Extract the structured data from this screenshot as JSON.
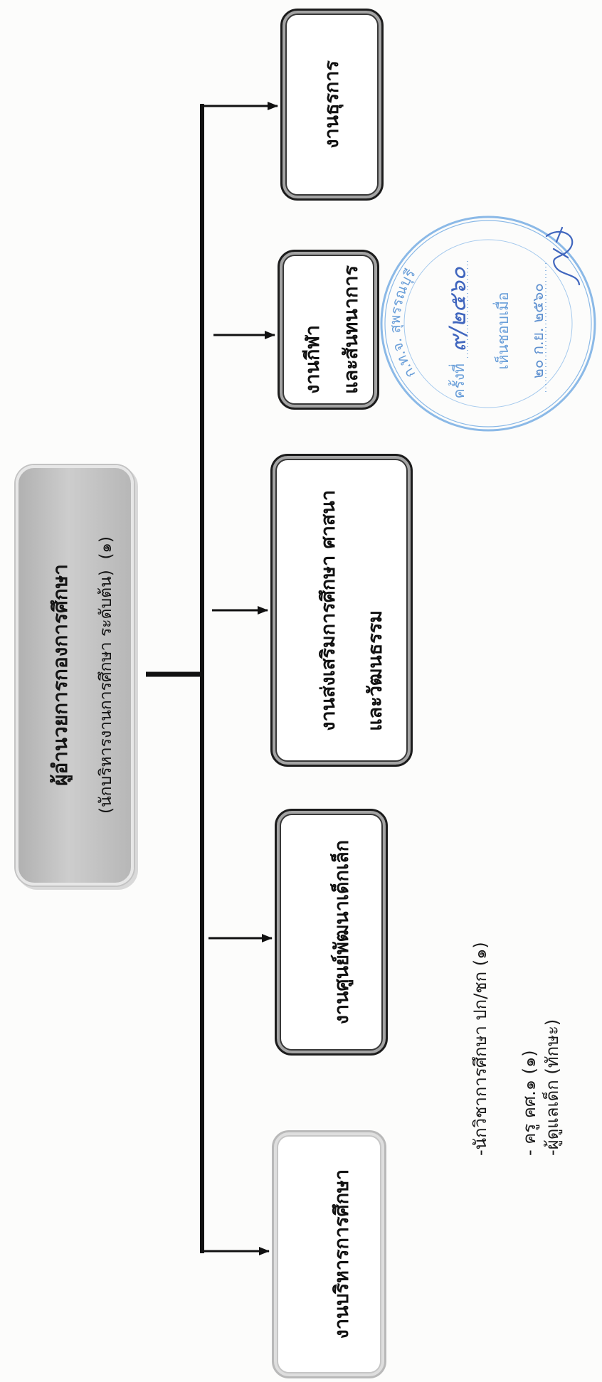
{
  "document": {
    "head": {
      "title": "ผู้อำนวยการกองการศึกษา",
      "subtitle": "(นักบริหารงานการศึกษา ระดับต้น)  (๑)"
    },
    "units": [
      {
        "lines": [
          "งานธุรการ"
        ]
      },
      {
        "lines": [
          "งานกีฬา",
          "และสันทนาการ"
        ]
      },
      {
        "lines": [
          "งานส่งเสริมการศึกษา ศาสนา",
          "และวัฒนธรรม"
        ]
      },
      {
        "lines": [
          "งานศูนย์พัฒนาเด็กเล็ก"
        ]
      },
      {
        "lines": [
          "งานบริหารการศึกษา"
        ]
      }
    ],
    "staff_notes": [
      "-นักวิชาการศึกษา  ปก/ชก (๑)",
      "- ครู คศ.๑ (๑)",
      "-ผู้ดูแลเด็ก (ทักษะ)"
    ]
  },
  "stamp": {
    "org": "ก.ท.จ. สุพรรณบุรี",
    "meeting_label": "ครั้งที่",
    "meeting_no": "๙/๒๕๖๐",
    "approved_label": "เห็นชอบเมื่อ",
    "approved_date": "๒๐ ก.ย. ๒๕๖๐"
  },
  "colors": {
    "ink": "#111111",
    "head_fill": "#bdbdbd",
    "stamp_ring": "#7fb2e5",
    "stamp_text": "#5b95d6",
    "handwriting_ink": "#2c56b8"
  }
}
